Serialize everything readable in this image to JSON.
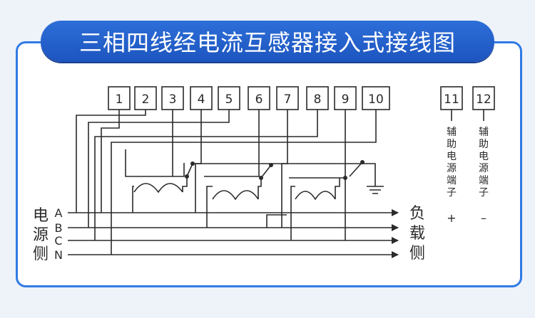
{
  "title": "三相四线经电流互感器接入式接线图",
  "terminals": [
    "1",
    "2",
    "3",
    "4",
    "5",
    "6",
    "7",
    "8",
    "9",
    "10"
  ],
  "aux_terminals": [
    "11",
    "12"
  ],
  "aux_label": "辅助电源端子",
  "aux_signs": [
    "+",
    "–"
  ],
  "source_label": "电源侧",
  "load_label": "负载侧",
  "phases": [
    "A",
    "B",
    "C",
    "N"
  ],
  "colors": {
    "frame": "#2f7be4",
    "pill": "#1d55bf",
    "line": "#2a2a2a"
  }
}
